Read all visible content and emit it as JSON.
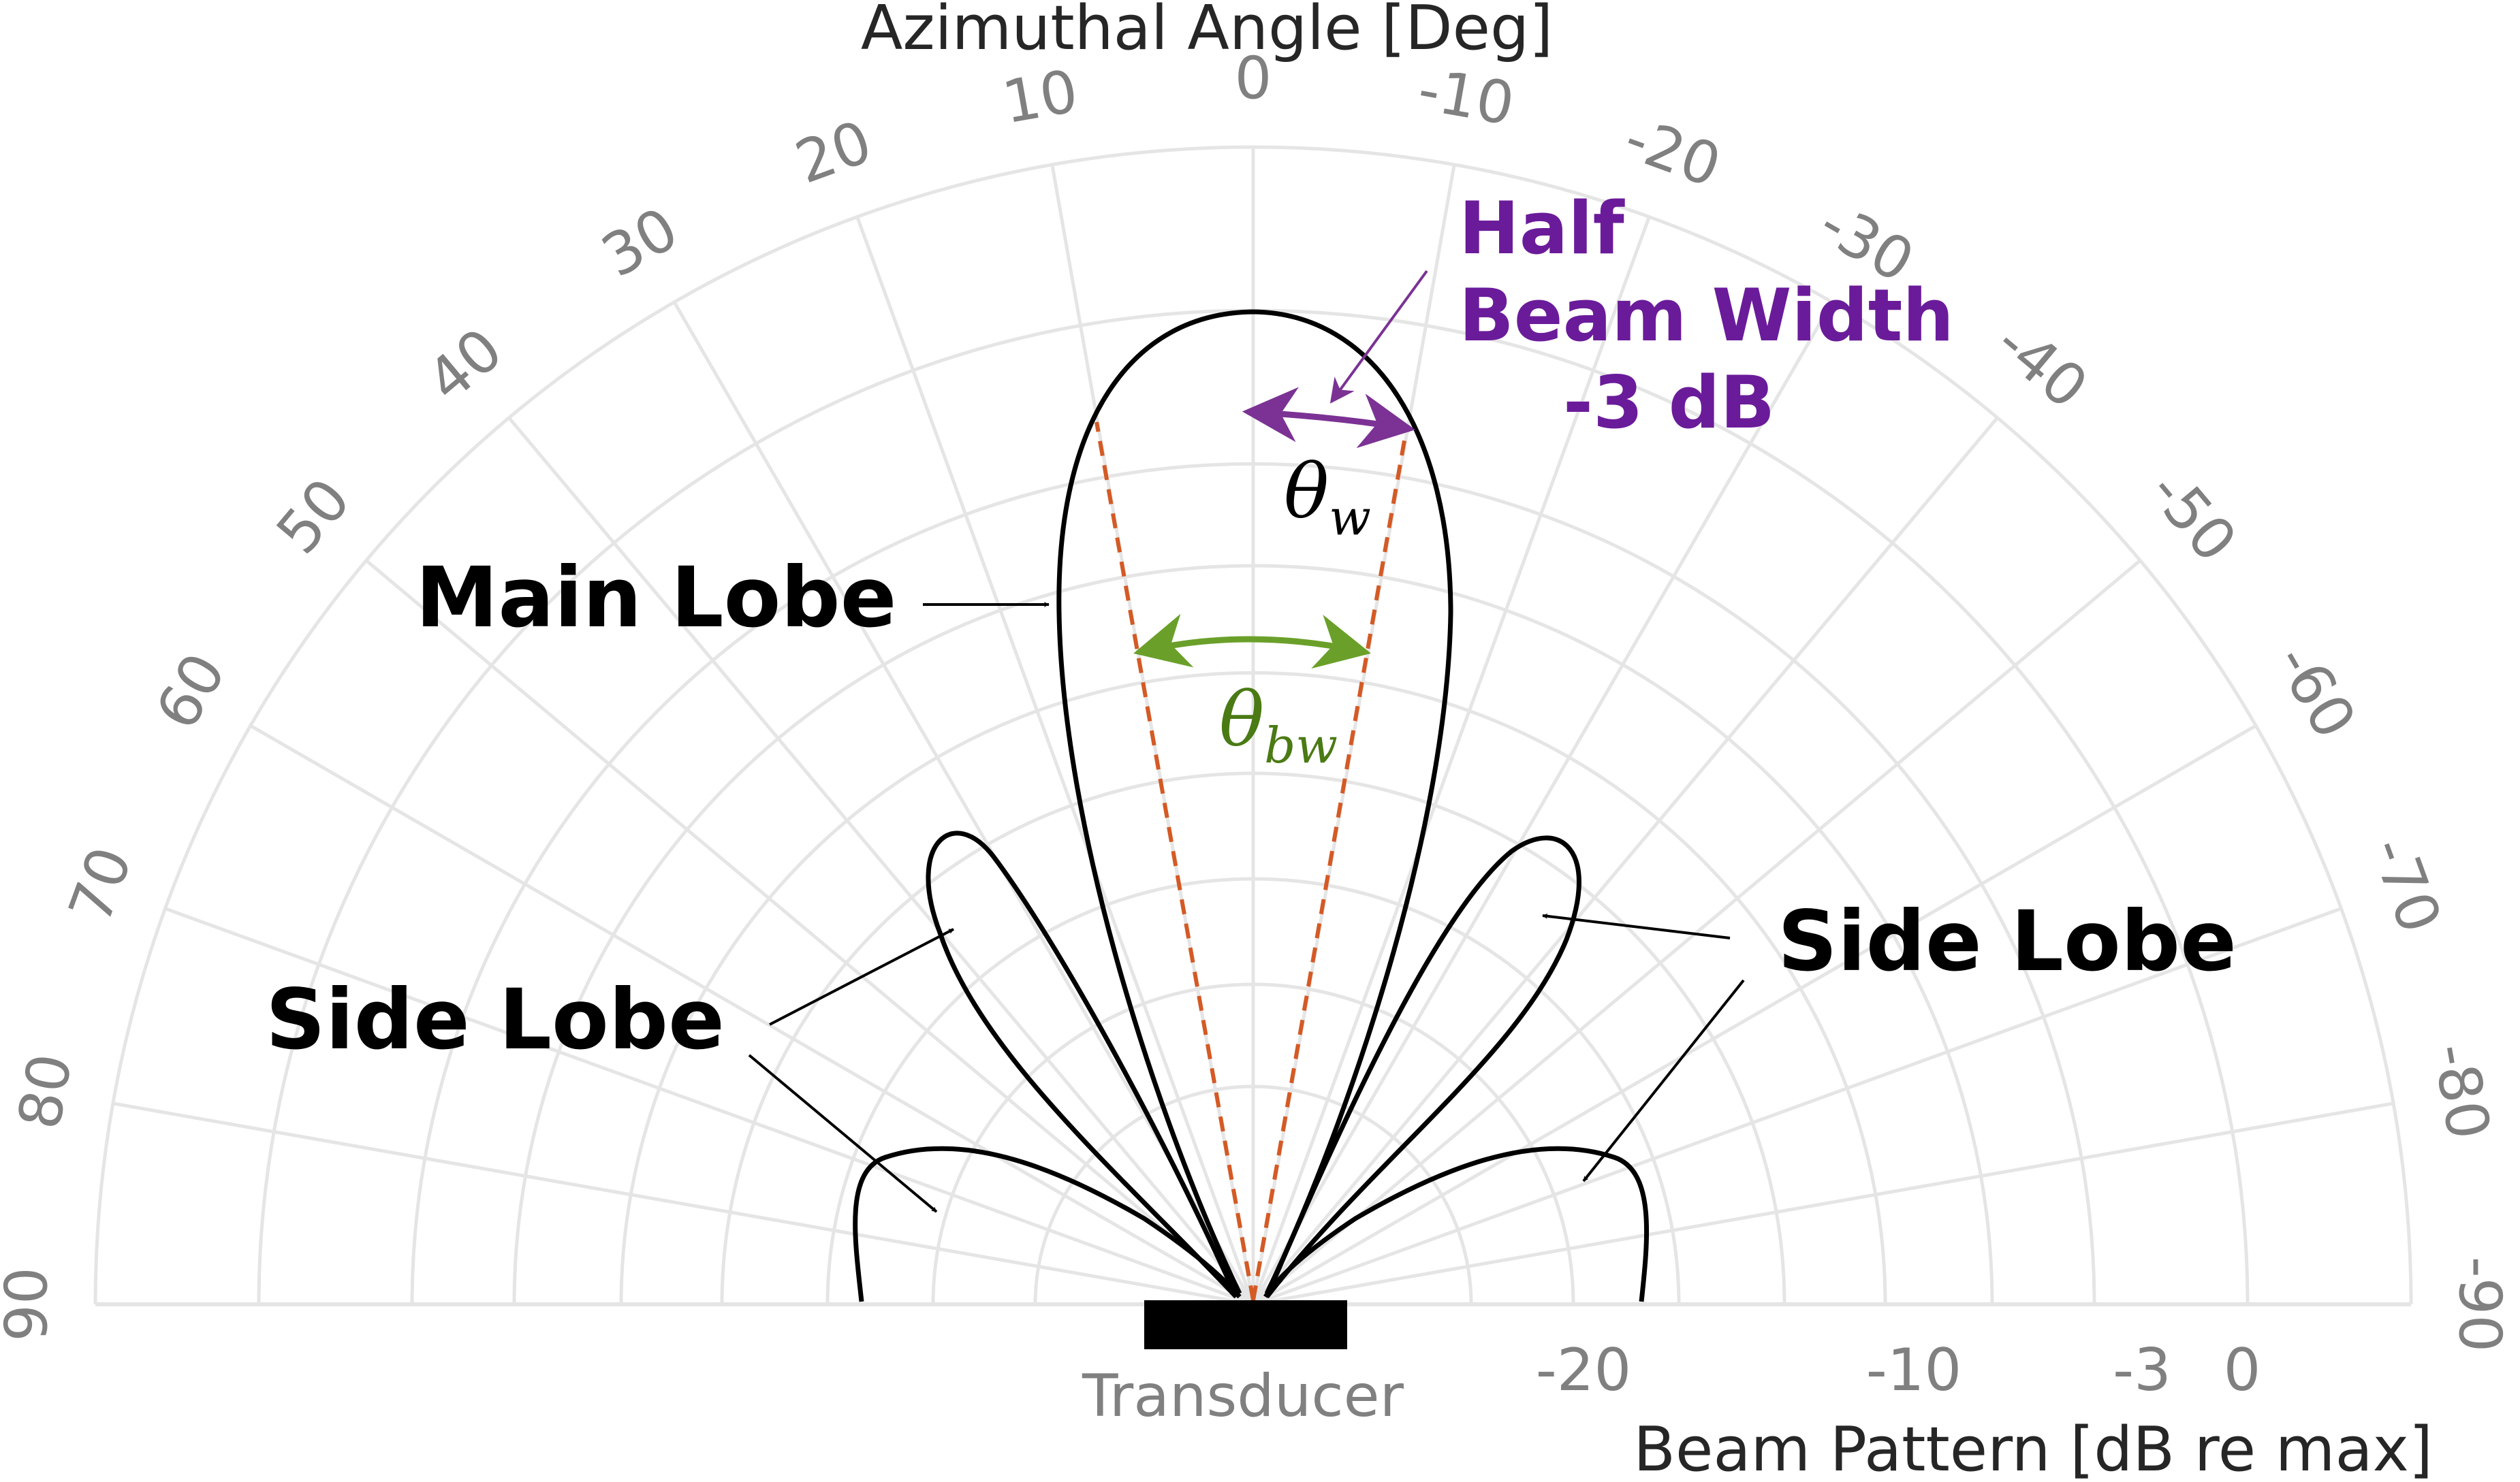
{
  "chart_data": {
    "type": "polar-beam-pattern",
    "angular_axis": {
      "title": "Azimuthal Angle [Deg]",
      "ticks": [
        90,
        80,
        70,
        60,
        50,
        40,
        30,
        20,
        10,
        0,
        -10,
        -20,
        -30,
        -40,
        -50,
        -60,
        -70,
        -80,
        -90
      ],
      "range": [
        90,
        -90
      ]
    },
    "radial_axis": {
      "title": "Beam Pattern [dB re max]",
      "tick_labels": [
        "-20",
        "-10",
        "-3",
        "0"
      ],
      "ticks_db": [
        -20,
        -10,
        -3,
        0
      ]
    },
    "grid": true,
    "labels": {
      "main_lobe": "Main Lobe",
      "side_lobe_left": "Side Lobe",
      "side_lobe_right": "Side Lobe",
      "half_beam_width_line1": "Half",
      "half_beam_width_line2": "Beam Width",
      "half_beam_width_line3": "-3 dB",
      "theta_w_symbol": "θ",
      "theta_w_subscript": "w",
      "theta_bw_symbol": "θ",
      "theta_bw_subscript": "bw",
      "transducer": "Transducer"
    }
  },
  "colors": {
    "half_beam_width": "#6a1b9a",
    "theta_w": "#7b3294",
    "theta_bw": "#6aa02a",
    "theta_bw_text": "#4a7a14",
    "dashed_lines": "#d45a25",
    "grid": "#e5e5e5",
    "lobes": "#000000",
    "transducer": "#000000"
  }
}
